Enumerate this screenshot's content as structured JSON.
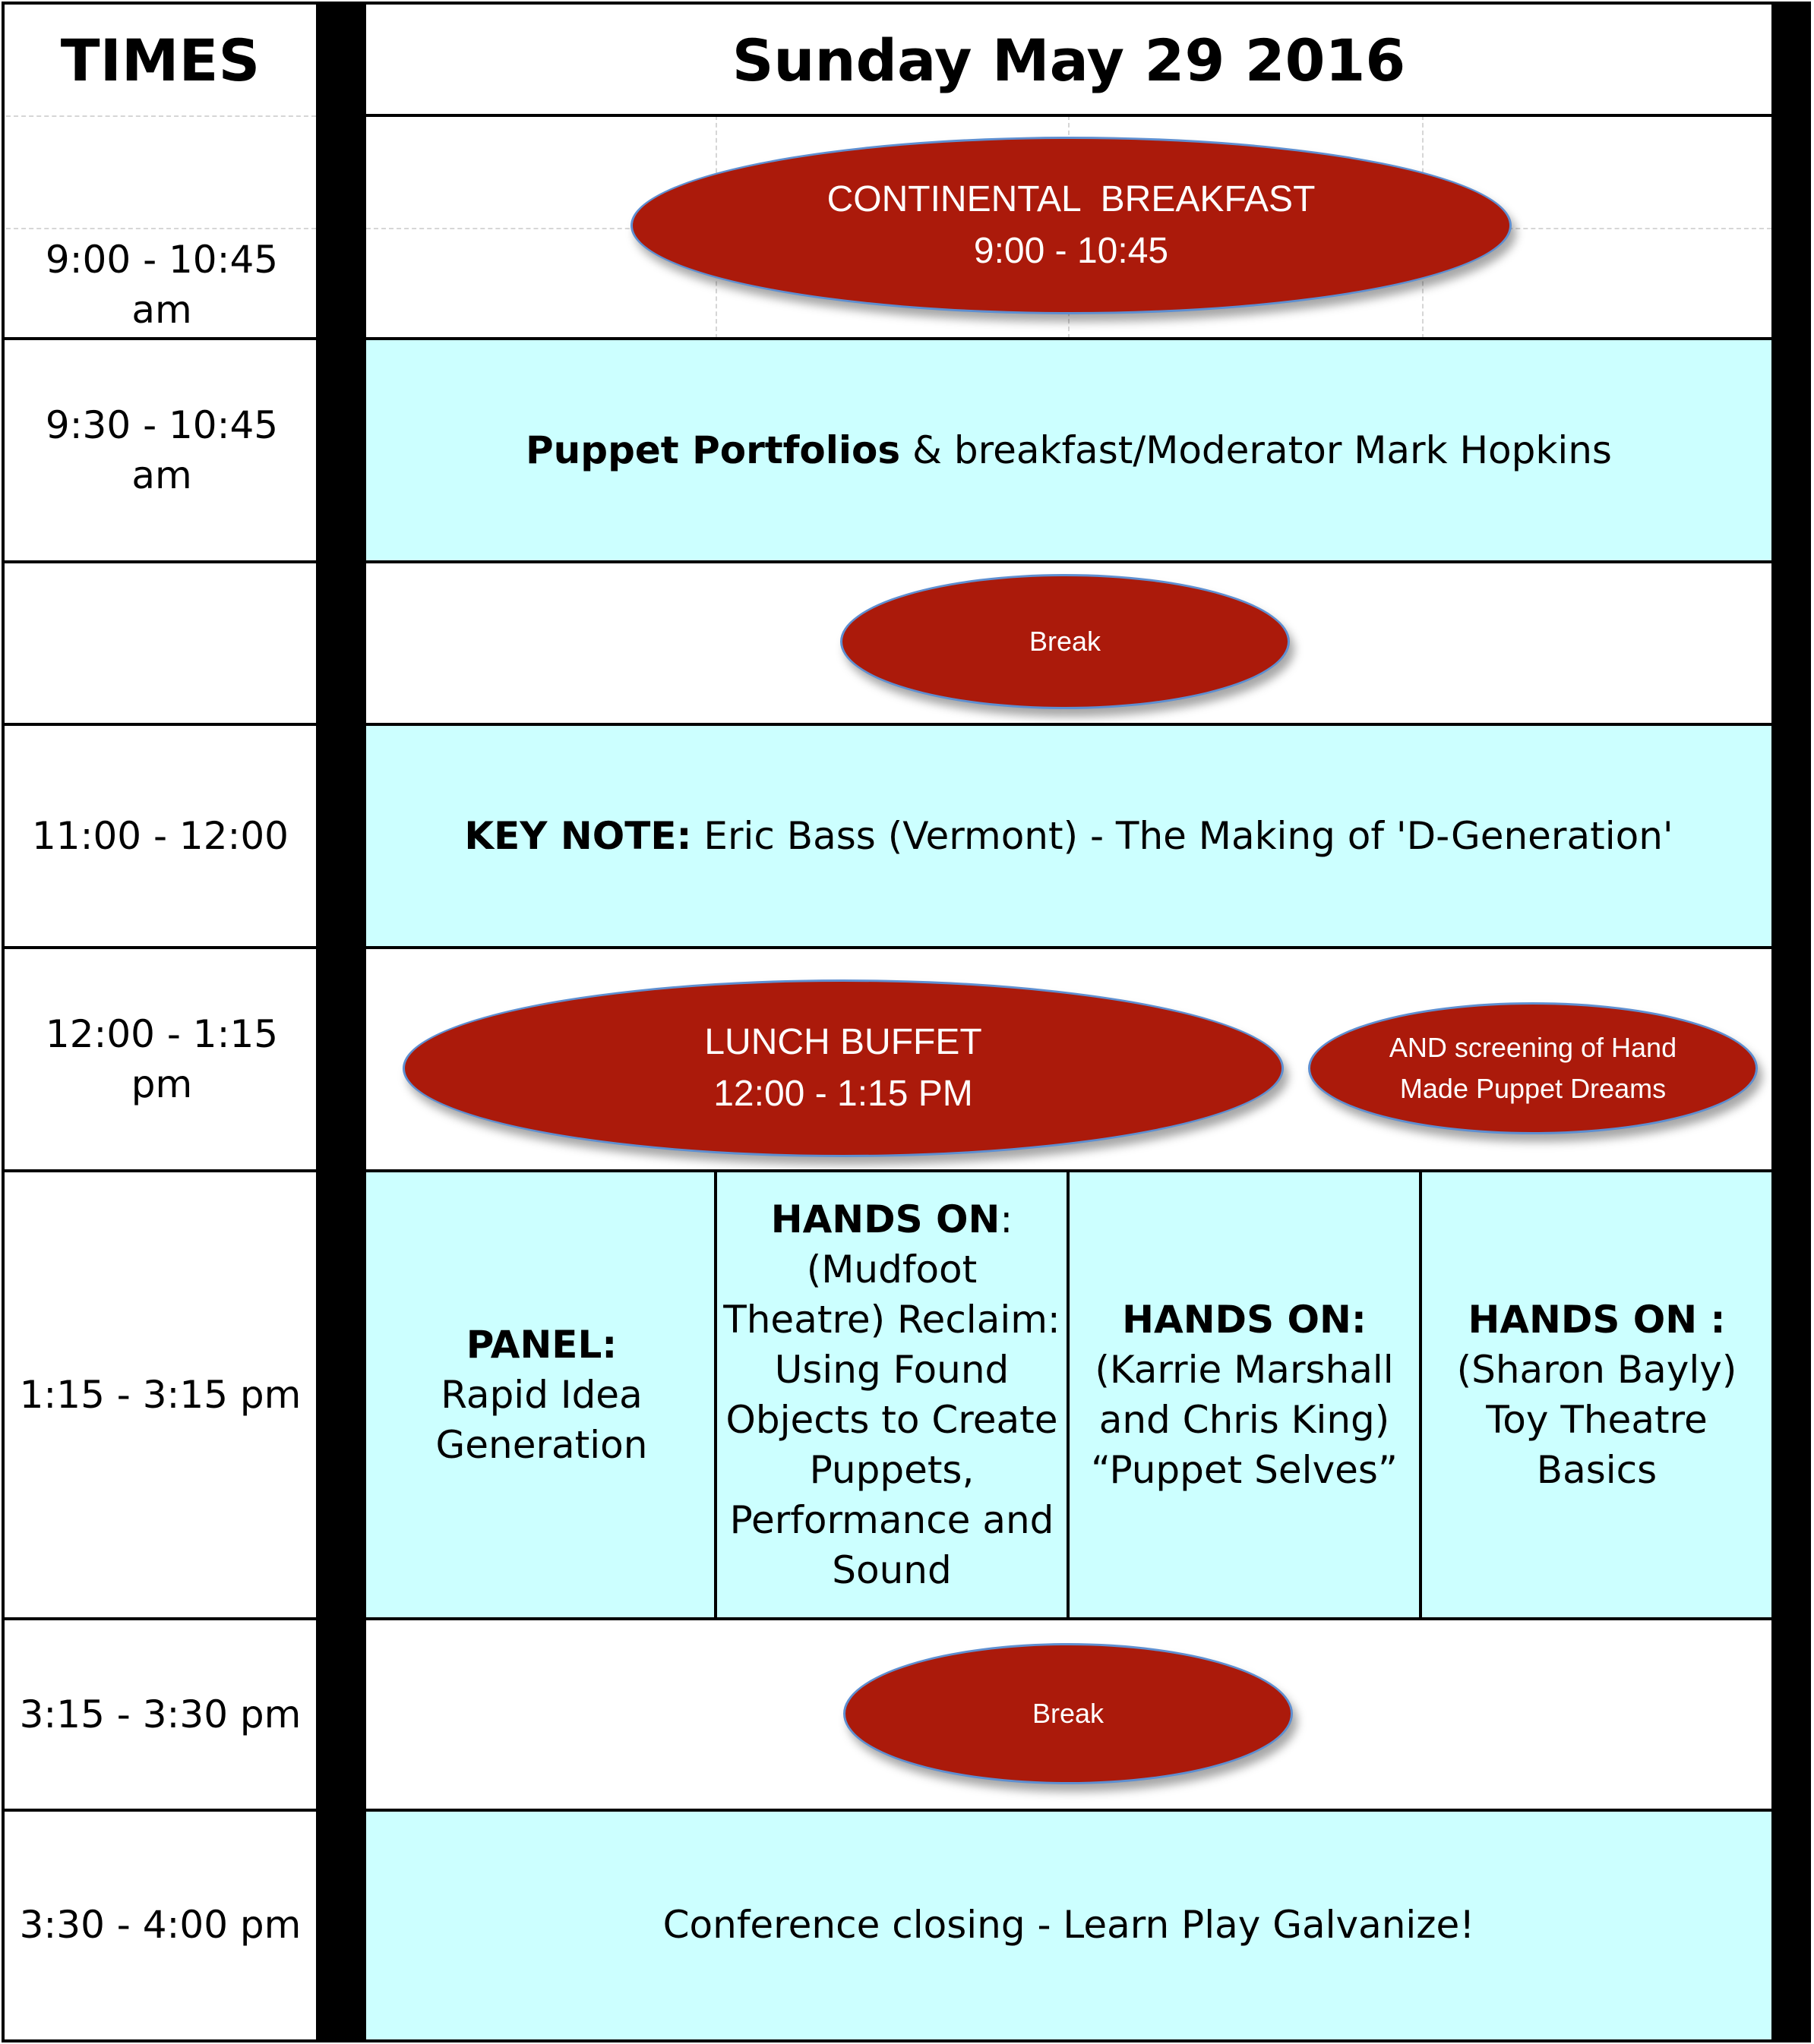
{
  "header": {
    "times_label": "TIMES",
    "day_label": "Sunday May 29 2016"
  },
  "rows": {
    "breakfast": {
      "time": "9:00 - 10:45 am",
      "title": "CONTINENTAL  BREAKFAST",
      "subtitle": "9:00 - 10:45"
    },
    "portfolios": {
      "time": "9:30 - 10:45 am",
      "bold": "Puppet Portfolios",
      "rest": " & breakfast/Moderator Mark Hopkins"
    },
    "break1": {
      "time": "",
      "label": "Break"
    },
    "keynote": {
      "time": "11:00 - 12:00",
      "bold": "KEY NOTE:",
      "rest": " Eric Bass (Vermont) - The Making of 'D-Generation'"
    },
    "lunch": {
      "time": "12:00 - 1:15 pm",
      "title": "LUNCH BUFFET",
      "subtitle": "12:00 - 1:15 PM",
      "screening": "AND screening of Hand Made Puppet Dreams"
    },
    "workshops": {
      "time": "1:15 - 3:15 pm",
      "sessions": [
        {
          "bold": "PANEL:",
          "rest": "Rapid Idea Generation"
        },
        {
          "bold": "HANDS ON",
          "rest_inline": ":",
          "rest": "(Mudfoot Theatre) Reclaim: Using Found Objects to Create Puppets, Performance and Sound"
        },
        {
          "bold": "HANDS ON:",
          "rest": "(Karrie Marshall and Chris King) “Puppet Selves”"
        },
        {
          "bold": "HANDS ON :",
          "rest": "(Sharon Bayly) Toy Theatre Basics"
        }
      ]
    },
    "break2": {
      "time": "3:15 - 3:30 pm",
      "label": "Break"
    },
    "closing": {
      "time": "3:30 - 4:00 pm",
      "text": "Conference closing - Learn Play Galvanize!"
    }
  },
  "colors": {
    "session_fill": "#ccffff",
    "oval_fill": "#ab1a0b",
    "oval_outline": "#5e8fd1",
    "divider": "#000000"
  }
}
